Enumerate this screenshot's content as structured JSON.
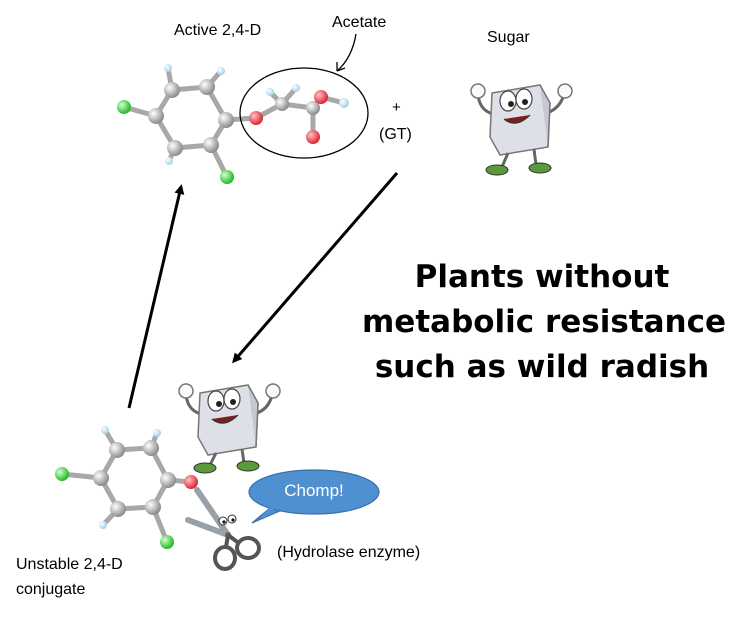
{
  "labels": {
    "active": "Active 2,4-D",
    "acetate": "Acetate",
    "sugar": "Sugar",
    "plus": "+",
    "gt": "(GT)",
    "unstable_line1": "Unstable 2,4-D",
    "unstable_line2": "conjugate",
    "hydrolase": "(Hydrolase enzyme)",
    "chomp": "Chomp!"
  },
  "headline": {
    "line1": "Plants without",
    "line2": "metabolic resistance",
    "line3": "such as wild radish"
  },
  "colors": {
    "carbon": "#b8b8b8",
    "oxygen": "#e8505a",
    "chlorine": "#44dd44",
    "hydrogen": "#b8e4f0",
    "bubble": "#4f90d0",
    "sugar_cube": "#dde0e6",
    "shoes": "#5a9a3a"
  },
  "icons": [
    "sugar-cube-character-icon",
    "scissors-character-icon",
    "speech-bubble-icon"
  ]
}
